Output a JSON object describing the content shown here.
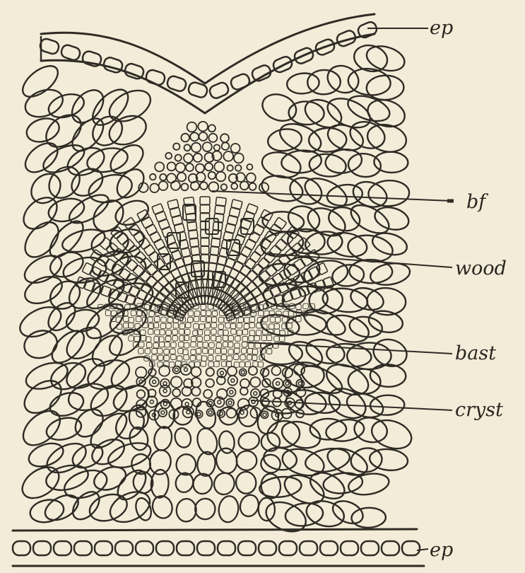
{
  "figure": {
    "labels": {
      "ep_top": "ep",
      "bf": "bf",
      "wood": "wood",
      "bast": "bast",
      "cryst": "cryst",
      "ep_bottom": "ep"
    }
  },
  "colors": {
    "paper": "#f3ecd8",
    "ink": "#2f2b25"
  }
}
